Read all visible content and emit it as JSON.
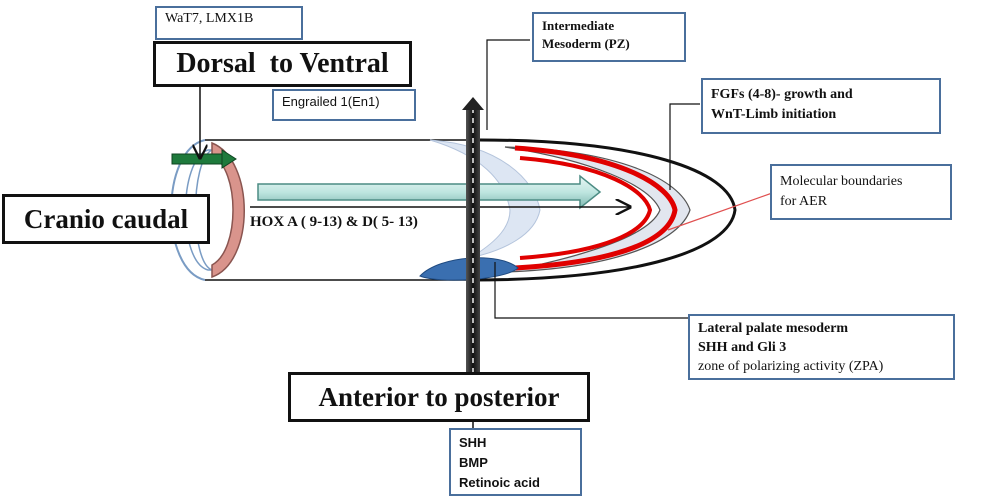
{
  "axes": {
    "dorsal_ventral": "Dorsal  to Ventral",
    "cranio_caudal": "Cranio caudal",
    "anterior_posterior": "Anterior to posterior"
  },
  "labels": {
    "wat7": "WaT7, LMX1B",
    "engrailed": "Engrailed 1(En1)",
    "intermediate_l1": "Intermediate",
    "intermediate_l2": "Mesoderm (PZ)",
    "fgf_l1": "FGFs (4-8)- growth  and",
    "fgf_l2": "WnT-Limb initiation",
    "aer_l1": "Molecular boundaries",
    "aer_l2": "for AER",
    "hox": "HOX A ( 9-13) & D( 5- 13)",
    "lateral_l1": "Lateral palate mesoderm",
    "lateral_l2": "SHH and Gli 3",
    "lateral_l3": "zone of polarizing activity (ZPA)",
    "shh": "SHH",
    "bmp": "BMP",
    "retinoic": "Retinoic acid"
  },
  "colors": {
    "box_border": "#4a6f9c",
    "aer_red": "#e00000",
    "green_arrow": "#1e7a3c",
    "ring_pink": "#d9948c",
    "zpa_blue": "#3a6fb0",
    "shaft_dark": "#222222"
  }
}
